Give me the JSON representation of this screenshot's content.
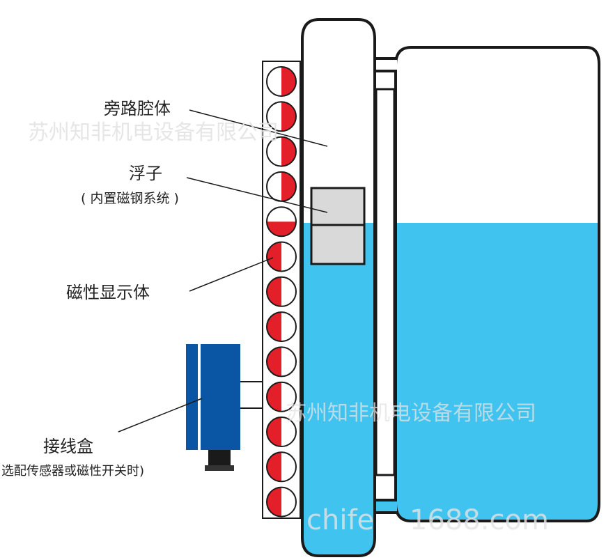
{
  "labels": {
    "bypass_chamber": "旁路腔体",
    "float_title": "浮子",
    "float_subtitle": "( 内置磁钢系统 )",
    "magnetic_display": "磁性显示体",
    "junction_box_title": "接线盒",
    "junction_box_subtitle": "选配传感器或磁性开关时)"
  },
  "watermarks": {
    "company_top": "苏州知非机电设备有限公司",
    "company_bottom": "苏州知非机电设备有限公司",
    "site": "chife    1688.com"
  },
  "indicator": {
    "states": [
      "red",
      "red",
      "red",
      "red",
      "half",
      "white",
      "white",
      "white",
      "white",
      "white",
      "white",
      "white",
      "white"
    ]
  },
  "colors": {
    "liquid": "#40c4ef",
    "indicator_red": "#e3202a",
    "junction_box": "#0b55a5",
    "float": "#d9d9d9",
    "outline": "#1a1a1a"
  }
}
